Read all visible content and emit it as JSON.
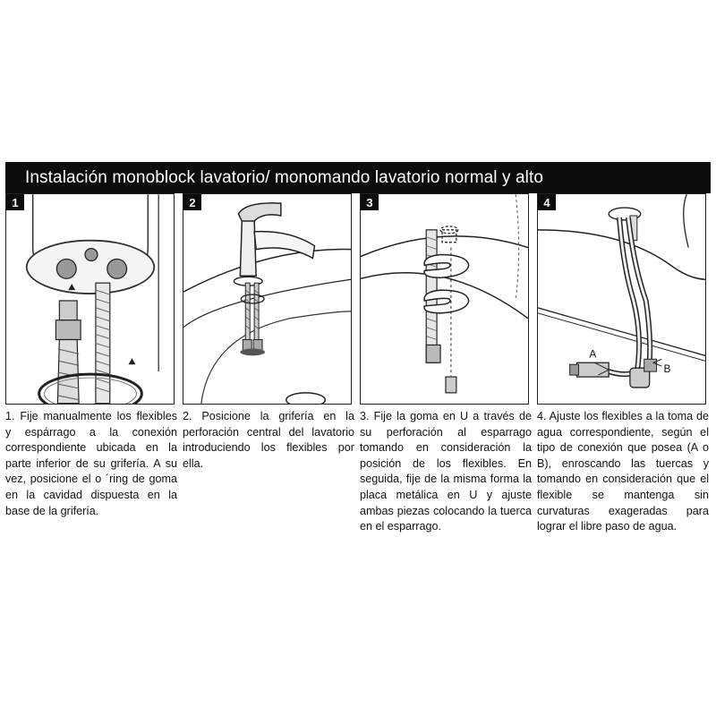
{
  "title": "Instalación monoblock lavatorio/ monomando lavatorio normal y alto",
  "steps": [
    {
      "number": "1",
      "text": "1. Fije manualmente los flexibles y espárrago a la conexión correspondiente ubicada en la parte inferior de su grifería. A su vez, posicione el o ´ring de goma en la cavidad dispuesta en la base de la grifería."
    },
    {
      "number": "2",
      "text": "2. Posicione la grifería en la perforación central del lavatorio introduciendo los flexibles por ella."
    },
    {
      "number": "3",
      "text": "3. Fije la goma en U a través de su perforación al esparrago tomando en consideración la posición de los flexibles. En seguida, fije de la misma forma la placa metálica en U y ajuste ambas piezas colocando la tuerca en el esparrago."
    },
    {
      "number": "4",
      "text": "4. Ajuste los flexibles a la toma de agua correspondiente, según el tipo de conexión que posea (A o B), enroscando las tuercas y tomando en consideración que el flexible se mantenga sin curvaturas exageradas para lograr el libre paso de agua."
    }
  ],
  "diagram_labels": {
    "a": "A",
    "b": "B"
  }
}
